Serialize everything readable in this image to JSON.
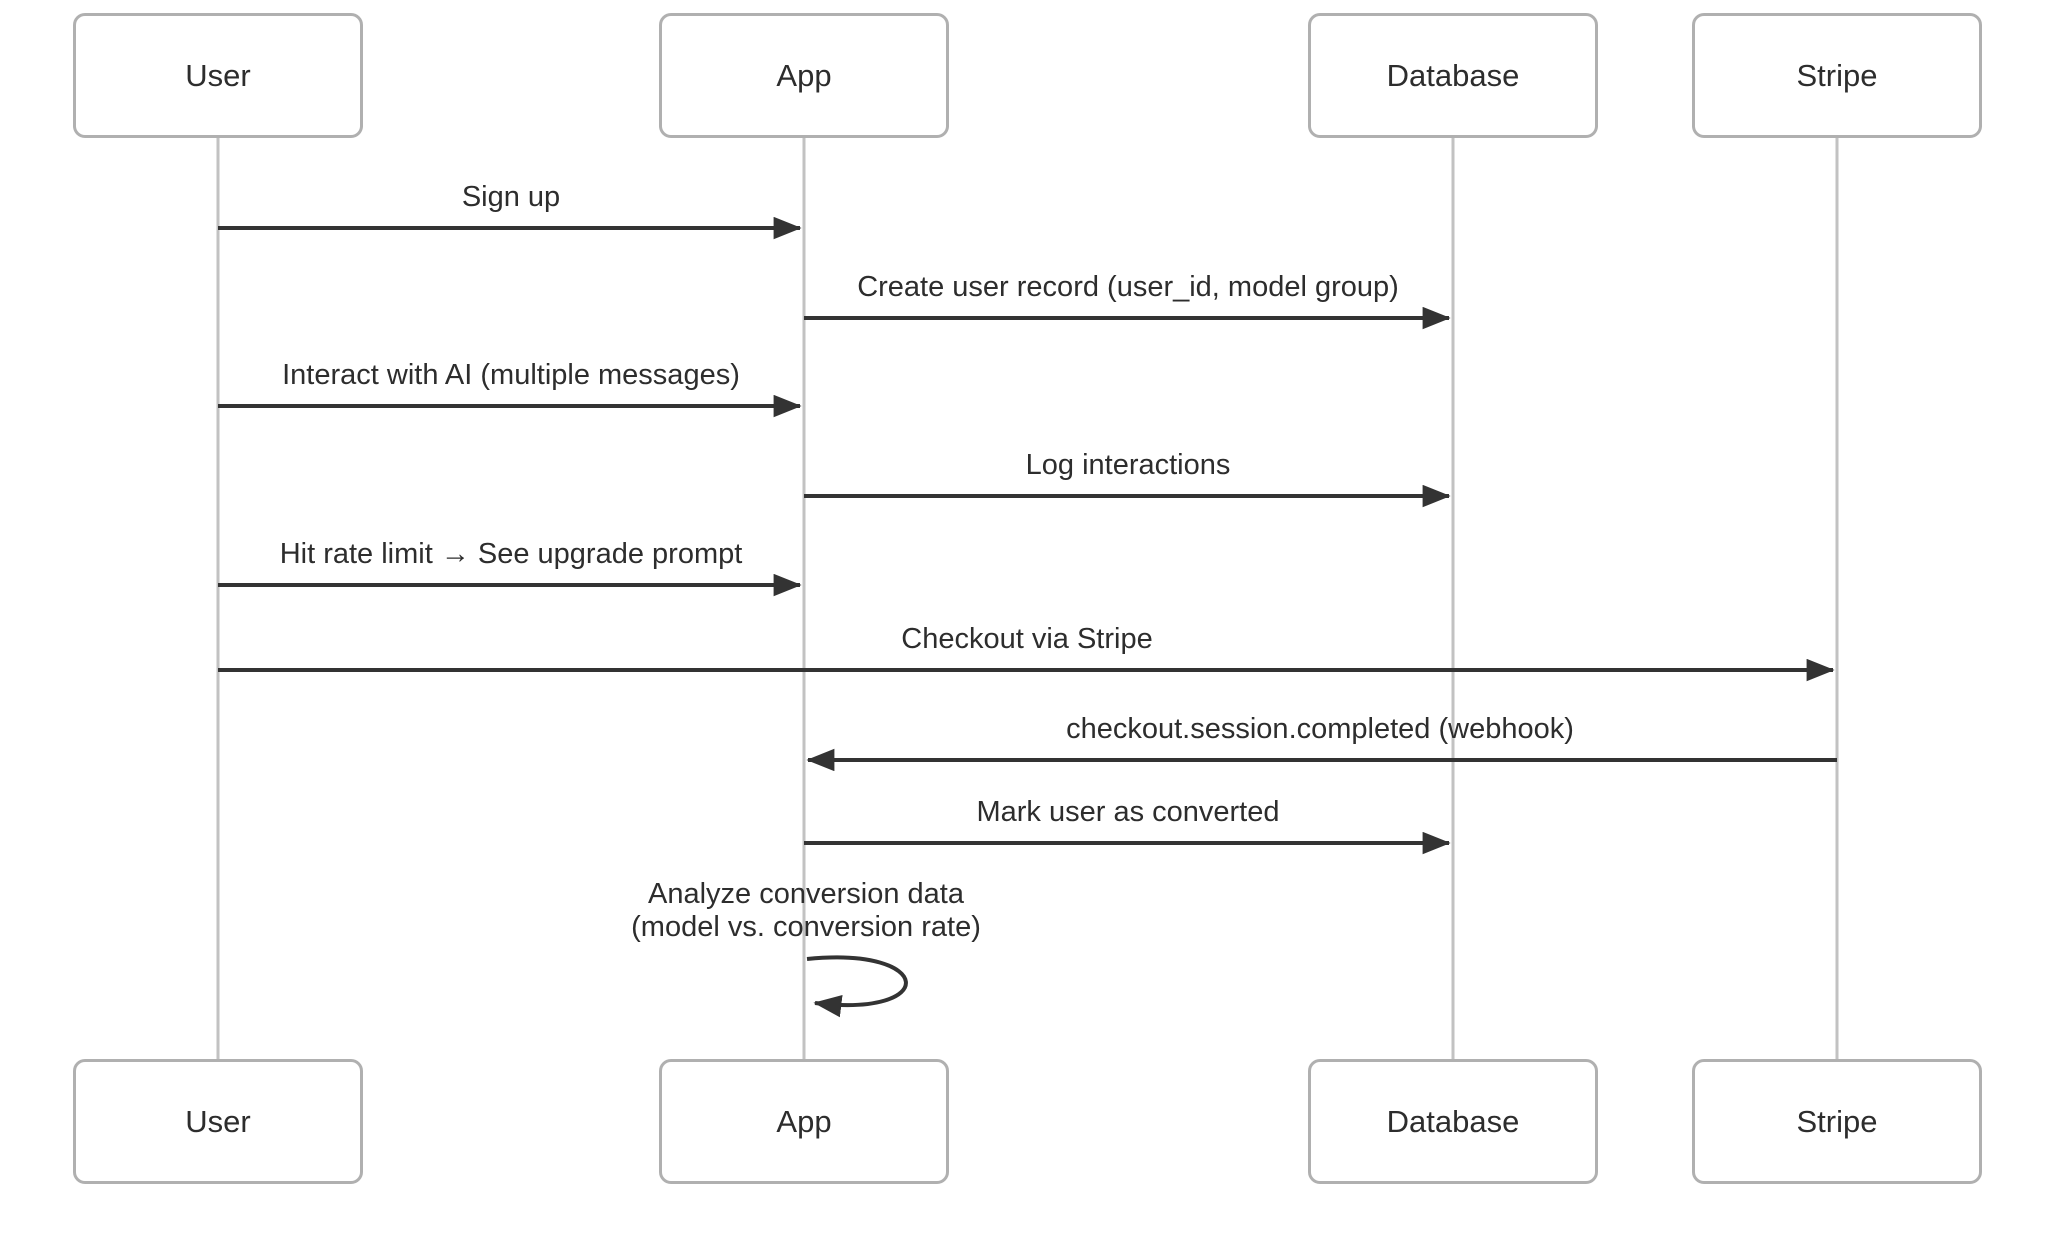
{
  "diagram": {
    "type": "sequence",
    "participants": [
      {
        "name": "User"
      },
      {
        "name": "App"
      },
      {
        "name": "Database"
      },
      {
        "name": "Stripe"
      }
    ],
    "messages": [
      {
        "label": "Sign up",
        "from": "User",
        "to": "App",
        "style": "solid-arrow"
      },
      {
        "label": "Create user record (user_id, model group)",
        "from": "App",
        "to": "Database",
        "style": "solid-arrow"
      },
      {
        "label": "Interact with AI (multiple messages)",
        "from": "User",
        "to": "App",
        "style": "solid-arrow"
      },
      {
        "label": "Log interactions",
        "from": "App",
        "to": "Database",
        "style": "solid-arrow"
      },
      {
        "label": "Hit rate limit → See upgrade prompt",
        "from": "User",
        "to": "App",
        "style": "solid-arrow"
      },
      {
        "label": "Checkout via Stripe",
        "from": "User",
        "to": "Stripe",
        "style": "solid-arrow"
      },
      {
        "label": "checkout.session.completed (webhook)",
        "from": "Stripe",
        "to": "App",
        "style": "solid-arrow"
      },
      {
        "label": "Mark user as converted",
        "from": "App",
        "to": "Database",
        "style": "solid-arrow"
      },
      {
        "label": "Analyze conversion data",
        "label_line2": "(model vs. conversion rate)",
        "from": "App",
        "to": "App",
        "style": "self-loop"
      }
    ],
    "colors": {
      "background": "#ffffff",
      "actor_border": "#b0b0b0",
      "lifeline": "#c2c2c2",
      "arrow": "#333333",
      "text": "#2d2d2d"
    }
  }
}
